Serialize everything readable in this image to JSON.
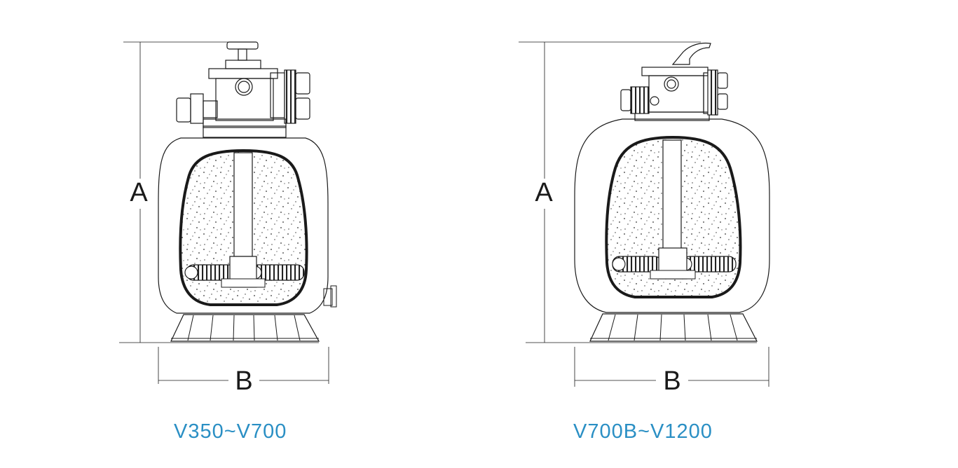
{
  "diagrams": [
    {
      "model_range": "V350~V700",
      "height_label": "A",
      "width_label": "B"
    },
    {
      "model_range": "V700B~V1200",
      "height_label": "A",
      "width_label": "B"
    }
  ],
  "colors": {
    "caption": "#2a8fc4",
    "line": "#1a1a1a"
  }
}
